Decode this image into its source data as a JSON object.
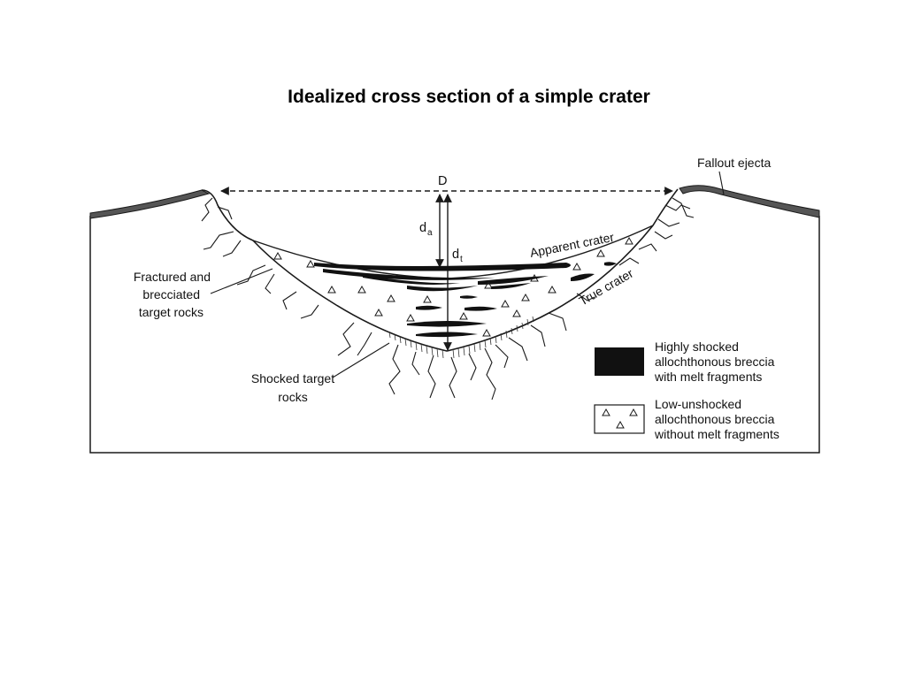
{
  "title": "Idealized cross section of a simple crater",
  "labels": {
    "diameter": "D",
    "apparent_depth_main": "d",
    "apparent_depth_sub": "a",
    "true_depth_main": "d",
    "true_depth_sub": "t",
    "apparent_crater": "Apparent crater",
    "true_crater": "True crater",
    "fallout_ejecta": "Fallout ejecta",
    "fractured": [
      "Fractured and",
      "brecciated",
      "target rocks"
    ],
    "shocked": [
      "Shocked target",
      "rocks"
    ]
  },
  "legend": {
    "highly_shocked": [
      "Highly shocked",
      "allochthonous breccia",
      "with melt fragments"
    ],
    "low_shocked": [
      "Low-unshocked",
      "allochthonous breccia",
      "without melt fragments"
    ]
  },
  "colors": {
    "ink": "#1a1a1a",
    "ejecta": "#555555",
    "melt": "#111111",
    "background": "#ffffff"
  }
}
